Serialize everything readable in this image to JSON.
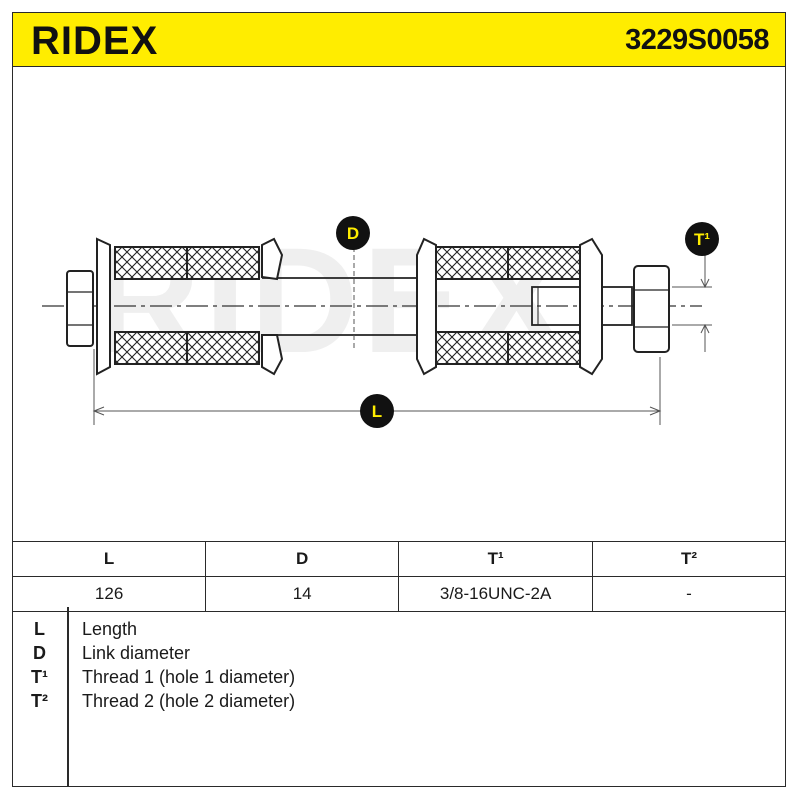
{
  "header": {
    "brand": "RIDEX",
    "part_number": "3229S0058",
    "background_color": "#ffed00"
  },
  "drawing": {
    "watermark": "RIDEX",
    "callouts": {
      "d": "D",
      "l": "L",
      "t1": "T¹"
    },
    "callout_color": "#ffed00"
  },
  "table": {
    "headers": [
      "L",
      "D",
      "T¹",
      "T²"
    ],
    "values": [
      "126",
      "14",
      "3/8-16UNC-2A",
      "-"
    ]
  },
  "legend": [
    {
      "symbol": "L",
      "description": "Length"
    },
    {
      "symbol": "D",
      "description": "Link diameter"
    },
    {
      "symbol": "T¹",
      "description": "Thread 1 (hole 1 diameter)"
    },
    {
      "symbol": "T²",
      "description": "Thread 2 (hole 2 diameter)"
    }
  ]
}
